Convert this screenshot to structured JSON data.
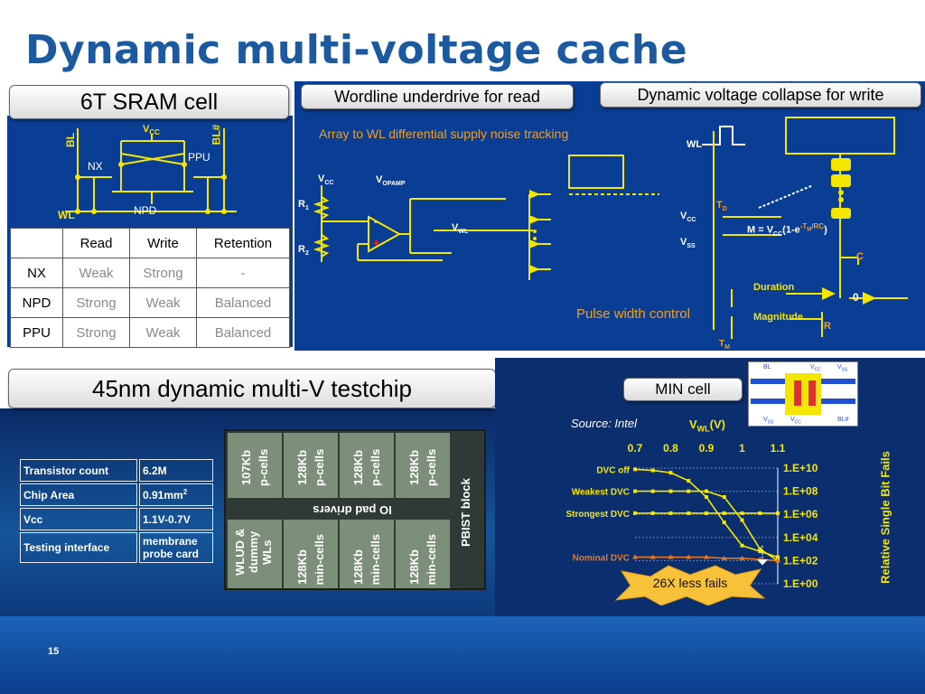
{
  "slide": {
    "title": "Dynamic multi-voltage cache",
    "page_number": "15"
  },
  "sram": {
    "header": "6T SRAM cell",
    "schematic": {
      "vcc": "V",
      "vcc_sub": "CC",
      "bl": "BL",
      "blb": "BL#",
      "nx": "NX",
      "ppu": "PPU",
      "npd": "NPD",
      "wl": "WL"
    },
    "table": {
      "columns": [
        "",
        "Read",
        "Write",
        "Retention"
      ],
      "rows": [
        [
          "NX",
          "Weak",
          "Strong",
          "-"
        ],
        [
          "NPD",
          "Strong",
          "Weak",
          "Balanced"
        ],
        [
          "PPU",
          "Strong",
          "Weak",
          "Balanced"
        ]
      ]
    }
  },
  "wordline": {
    "header": "Wordline underdrive for read",
    "caption": "Array to WL differential supply noise tracking",
    "vcc": "V",
    "vcc_sub": "CC",
    "vopamp": "V",
    "vopamp_sub": "OPAMP",
    "vwl": "V",
    "vwl_sub": "WL",
    "r1": "R",
    "r1_sub": "1",
    "r2": "R",
    "r2_sub": "2",
    "plus": "+",
    "minus": "-"
  },
  "collapse": {
    "header": "Dynamic voltage collapse for write",
    "wl": "WL",
    "vcc": "V",
    "vcc_sub": "CC",
    "vss": "V",
    "vss_sub": "SS",
    "td": "T",
    "td_sub": "D",
    "tm": "T",
    "tm_sub": "M",
    "formula_pre": "M = V",
    "formula_sub": "CC",
    "formula_mid": "(1-e",
    "formula_sup": "-T",
    "formula_sup_sub": "M",
    "formula_sup_end": "/RC",
    "formula_end": ")",
    "c": "C",
    "duration": "Duration",
    "magnitude": "Magnitude",
    "zero": "0",
    "r": "R",
    "pulse": "Pulse width control"
  },
  "testchip": {
    "header": "45nm dynamic multi-V testchip",
    "specs": [
      {
        "label": "Transistor count",
        "value": "6.2M"
      },
      {
        "label": "Chip Area",
        "value": "0.91mm",
        "sup": "2"
      },
      {
        "label": "Vcc",
        "value": "1.1V-0.7V"
      },
      {
        "label": "Testing interface",
        "value": "membrane probe card"
      }
    ],
    "die_top": [
      {
        "size": "107Kb",
        "kind": "p-cells"
      },
      {
        "size": "128Kb",
        "kind": "p-cells"
      },
      {
        "size": "128Kb",
        "kind": "p-cells"
      },
      {
        "size": "128Kb",
        "kind": "p-cells"
      }
    ],
    "die_bottom": [
      {
        "size": "WLUD & dummy WLs",
        "kind": ""
      },
      {
        "size": "128Kb",
        "kind": "min-cells"
      },
      {
        "size": "128Kb",
        "kind": "min-cells"
      },
      {
        "size": "128Kb",
        "kind": "min-cells"
      }
    ],
    "io": "IO pad drivers",
    "pbist": "PBIST block"
  },
  "mincell": {
    "header": "MIN cell",
    "layout_labels": [
      "BL",
      "V",
      "V",
      "V",
      "V",
      "BL#"
    ],
    "layout_subs": [
      "",
      "CC",
      "SS",
      "SS",
      "CC",
      ""
    ],
    "source": "Source: Intel",
    "callout": "26X less fails"
  },
  "chart_data": {
    "type": "line",
    "title": "",
    "xlabel": "V",
    "xlabel_sub": "WL",
    "xlabel_unit": "(V)",
    "ylabel": "Relative Single Bit Fails",
    "x": [
      0.7,
      0.75,
      0.8,
      0.85,
      0.9,
      0.95,
      1.0,
      1.05,
      1.1
    ],
    "x_ticks": [
      "0.7",
      "0.8",
      "0.9",
      "1",
      "1.1"
    ],
    "x_tick_values": [
      0.7,
      0.8,
      0.9,
      1.0,
      1.1
    ],
    "y_log_range": [
      0,
      10
    ],
    "y_ticks": [
      "1.E+10",
      "1.E+08",
      "1.E+06",
      "1.E+04",
      "1.E+02",
      "1.E+00"
    ],
    "series": [
      {
        "name": "DVC off",
        "log_values": [
          9.9,
          9.8,
          9.6,
          8.9,
          7.5,
          5.3,
          3.3,
          2.8,
          2.3
        ]
      },
      {
        "name": "Weakest DVC",
        "log_values": [
          8.0,
          8.0,
          8.0,
          8.0,
          8.0,
          7.5,
          5.5,
          3.0,
          2.0
        ]
      },
      {
        "name": "Strongest DVC",
        "log_values": [
          6.1,
          6.1,
          6.1,
          6.1,
          6.1,
          6.1,
          6.1,
          6.1,
          6.1
        ]
      },
      {
        "name": "Nominal DVC",
        "log_values": [
          2.3,
          2.3,
          2.3,
          2.3,
          2.3,
          2.2,
          2.2,
          2.1,
          2.0
        ]
      }
    ],
    "colors": {
      "line": "#f5e600",
      "nominal": "#e87722",
      "text": "#ffffff",
      "label": "#f5e600"
    }
  },
  "colors": {
    "title": "#1b5aa0",
    "panel": "#0a3d94",
    "yellow": "#f5e600",
    "orange": "#f0a020"
  }
}
